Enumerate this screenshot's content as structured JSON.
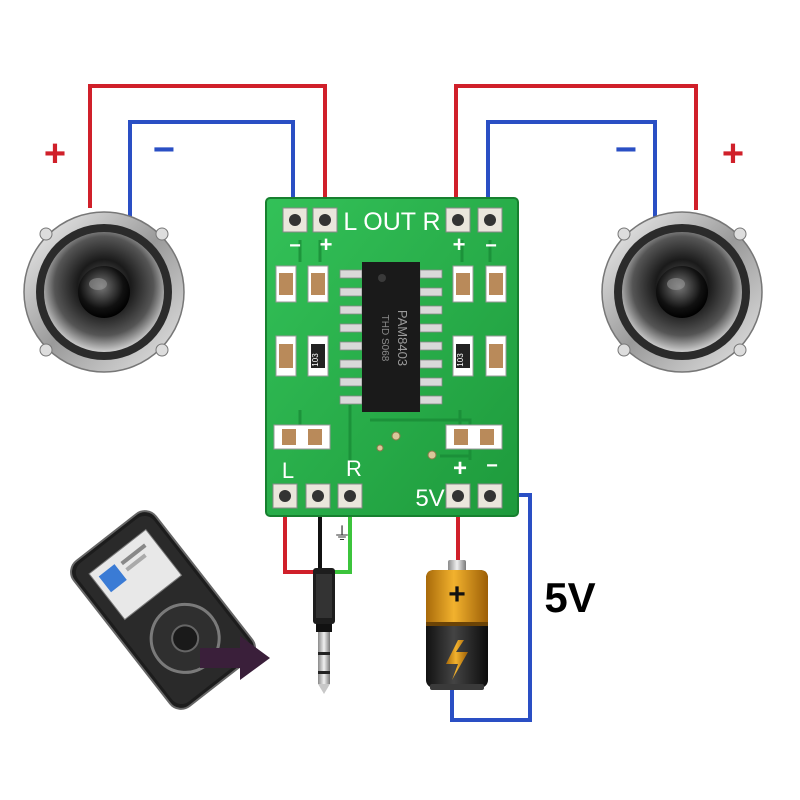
{
  "board": {
    "top_label": "L OUT R",
    "chip_line1": "PAM8403",
    "chip_line2": "THD  S068",
    "resistor_label": "103",
    "pin_minus": "−",
    "pin_plus": "+",
    "input_left": "L",
    "input_right": "R",
    "power_label": "5V",
    "power_plus": "+"
  },
  "speakers": {
    "left_plus": "+",
    "left_minus": "−",
    "right_plus": "+",
    "right_minus": "−"
  },
  "source": {
    "ground_symbol": "⏚"
  },
  "battery": {
    "voltage_label": "5V",
    "plus_symbol": "+"
  },
  "colors": {
    "red_wire": "#d0202a",
    "blue_wire": "#2a4fc4",
    "green_wire": "#3cc43c",
    "black_wire": "#111111",
    "pcb": "#2bb24c"
  }
}
